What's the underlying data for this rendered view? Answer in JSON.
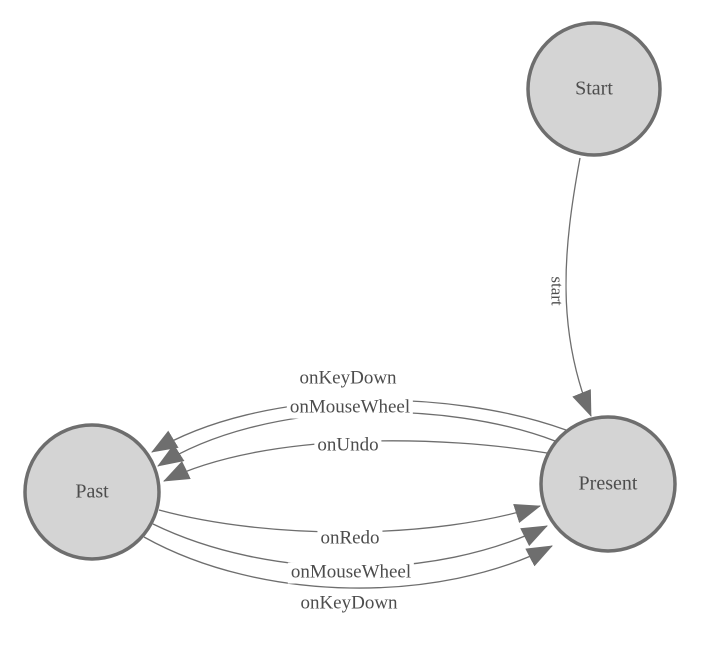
{
  "diagram": {
    "type": "finite-state-machine",
    "nodes": [
      {
        "id": "start",
        "label": "Start"
      },
      {
        "id": "past",
        "label": "Past"
      },
      {
        "id": "present",
        "label": "Present"
      }
    ],
    "edges": [
      {
        "id": "start-to-present",
        "label": "start",
        "from": "Start",
        "to": "Present"
      },
      {
        "id": "present-to-past-keydown",
        "label": "onKeyDown",
        "from": "Present",
        "to": "Past"
      },
      {
        "id": "present-to-past-mousewheel",
        "label": "onMouseWheel",
        "from": "Present",
        "to": "Past"
      },
      {
        "id": "present-to-past-undo",
        "label": "onUndo",
        "from": "Present",
        "to": "Past"
      },
      {
        "id": "past-to-present-redo",
        "label": "onRedo",
        "from": "Past",
        "to": "Present"
      },
      {
        "id": "past-to-present-mousewheel",
        "label": "onMouseWheel",
        "from": "Past",
        "to": "Present"
      },
      {
        "id": "past-to-present-keydown",
        "label": "onKeyDown",
        "from": "Past",
        "to": "Present"
      }
    ],
    "colors": {
      "background": "#ffffff",
      "node_fill": "#d4d4d4",
      "node_stroke": "#6e6e6e",
      "edge_stroke": "#6e6e6e",
      "arrow_fill": "#6e6e6e",
      "label_color": "#4d4d4d"
    }
  }
}
